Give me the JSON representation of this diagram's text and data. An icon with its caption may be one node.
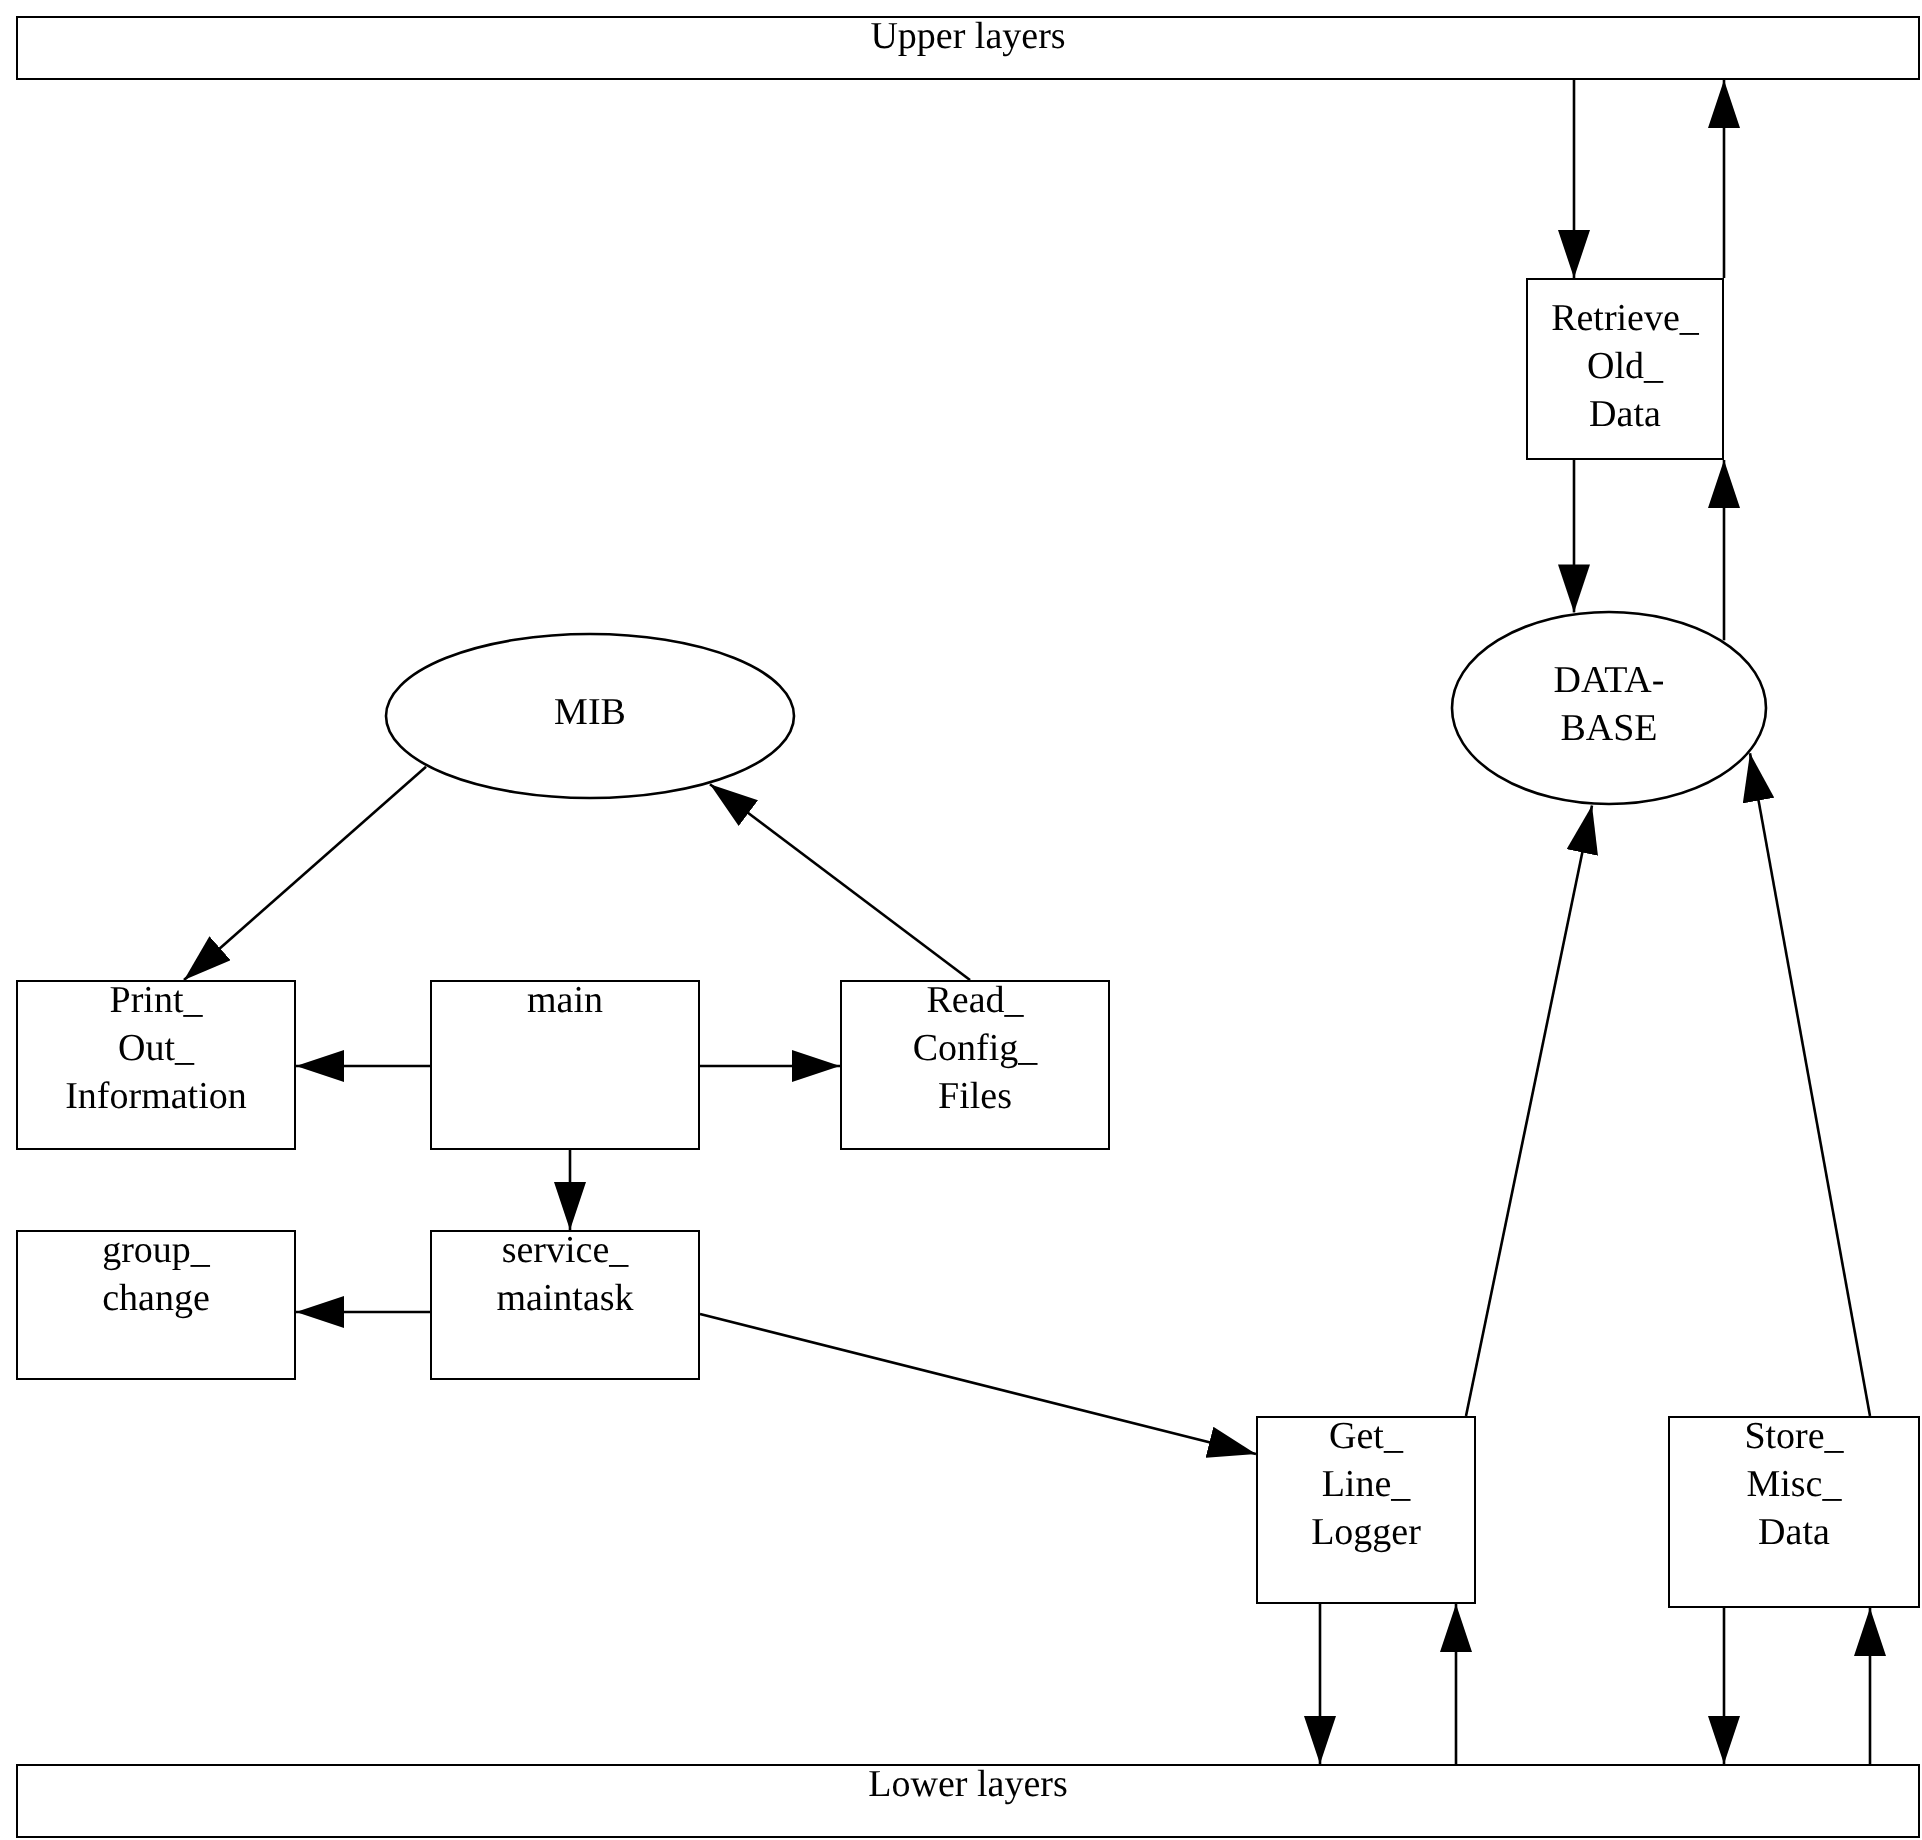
{
  "diagram": {
    "nodes": [
      {
        "text": [
          "Upper layers"
        ]
      },
      {
        "text": [
          "Retrieve_ Old_ Data"
        ]
      },
      {
        "text": [
          "DATA- BASE"
        ]
      },
      {
        "text": [
          "MIB"
        ]
      },
      {
        "text": [
          "Print_ Out_ Information"
        ]
      },
      {
        "text": [
          "main"
        ]
      },
      {
        "text": [
          "Read_ Config_ Files"
        ]
      },
      {
        "text": [
          "group_ change"
        ]
      },
      {
        "text": [
          "service_ maintask"
        ]
      },
      {
        "text": [
          "Get_ Line_ Logger"
        ]
      },
      {
        "text": [
          "Store_ Misc_ Data"
        ]
      },
      {
        "text": [
          "Lower layers"
        ]
      }
    ],
    "edges": [
      {
        "from": 0,
        "to": 1,
        "arrow": "to"
      },
      {
        "from": 1,
        "to": 0,
        "arrow": "to"
      },
      {
        "from": 1,
        "to": 2,
        "arrow": "to"
      },
      {
        "from": 2,
        "to": 1,
        "arrow": "to"
      },
      {
        "from": 3,
        "to": 4,
        "arrow": "to"
      },
      {
        "from": 6,
        "to": 3,
        "arrow": "to"
      },
      {
        "from": 5,
        "to": 4,
        "arrow": "to"
      },
      {
        "from": 5,
        "to": 6,
        "arrow": "to"
      },
      {
        "from": 5,
        "to": 8,
        "arrow": "to"
      },
      {
        "from": 8,
        "to": 7,
        "arrow": "to"
      },
      {
        "from": 8,
        "to": 9,
        "arrow": "to"
      },
      {
        "from": 9,
        "to": 2,
        "arrow": "to"
      },
      {
        "from": 10,
        "to": 2,
        "arrow": "to"
      },
      {
        "from": 9,
        "to": 11,
        "arrow": "to"
      },
      {
        "from": 11,
        "to": 9,
        "arrow": "to"
      },
      {
        "from": 10,
        "to": 11,
        "arrow": "to"
      },
      {
        "from": 11,
        "to": 10,
        "arrow": "to"
      }
    ]
  }
}
